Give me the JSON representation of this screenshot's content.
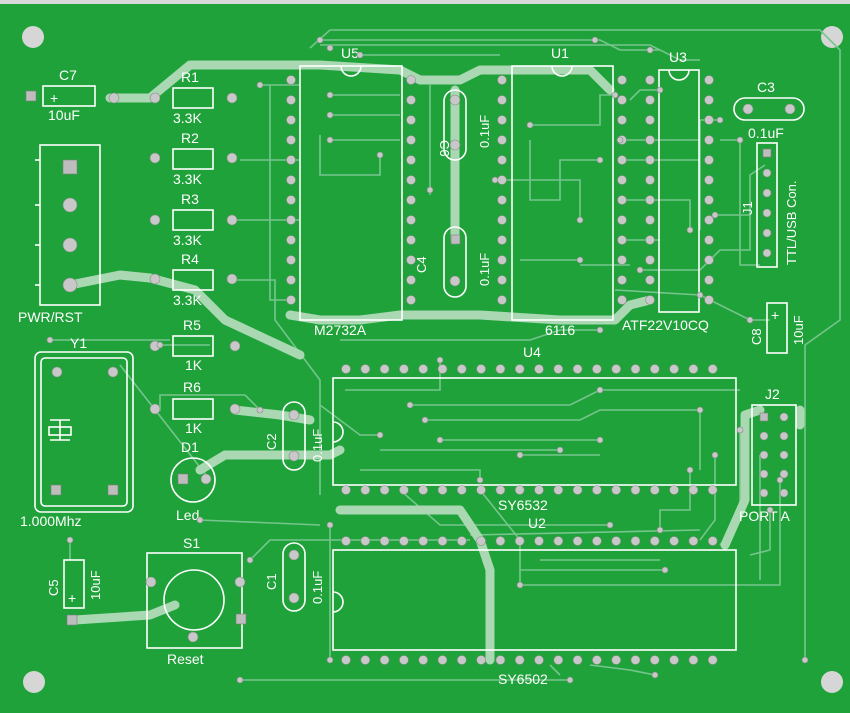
{
  "labels": {
    "c7": "C7",
    "c7_val": "10uF",
    "plus": "+",
    "r1": "R1",
    "r1_val": "3.3K",
    "r2": "R2",
    "r2_val": "3.3K",
    "r3": "R3",
    "r3_val": "3.3K",
    "r4": "R4",
    "r4_val": "3.3K",
    "r5": "R5",
    "r5_val": "1K",
    "r6": "R6",
    "r6_val": "1K",
    "pwr": "PWR/RST",
    "y1": "Y1",
    "y1_val": "1.000Mhz",
    "d1": "D1",
    "led": "Led",
    "c2": "C2",
    "c2_val": "0.1uF",
    "c1": "C1",
    "c1_val": "0.1uF",
    "c5": "C5",
    "c5_val": "10uF",
    "s1": "S1",
    "reset": "Reset",
    "u5": "U5",
    "u5_name": "M2732A",
    "u1": "U1",
    "u1_name": "6116",
    "c6": "C6",
    "c6_val": "0.1uF",
    "c4": "C4",
    "c4_val": "0.1uF",
    "u3": "U3",
    "u3_name": "ATF22V10CQ",
    "c3": "C3",
    "c3_val": "0.1uF",
    "j1": "J1",
    "j1_name": "TTL/USB Con.",
    "c8": "C8",
    "c8_val": "10uF",
    "u4": "U4",
    "u4_name": "SY6532",
    "j2": "J2",
    "j2_name": "PORT A",
    "u2": "U2",
    "u2_name": "SY6502"
  }
}
